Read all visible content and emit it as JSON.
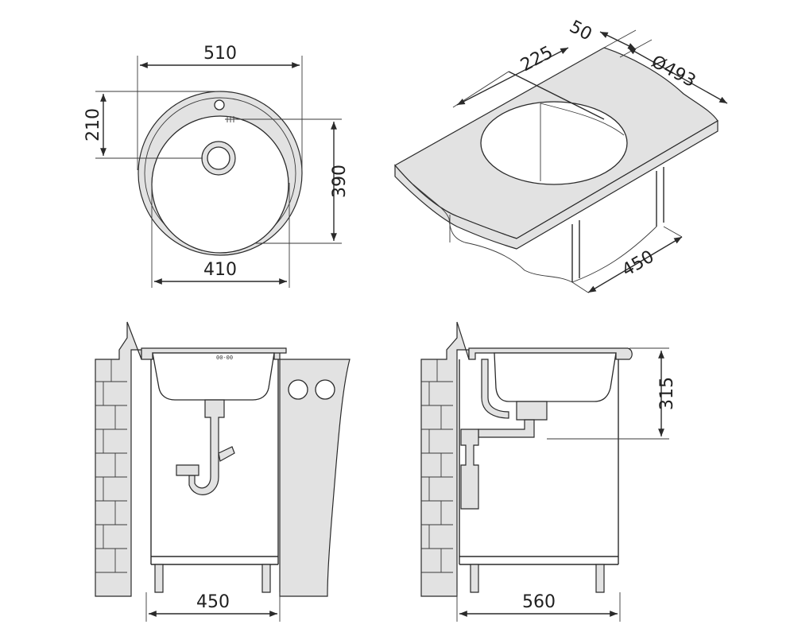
{
  "dimensions": {
    "top_view_width": "510",
    "top_view_drain_offset": "210",
    "top_view_inner_height": "390",
    "top_view_inner_width": "410",
    "iso_border": "50",
    "iso_depth": "225",
    "iso_diameter": "Ø493",
    "iso_cabinet": "450",
    "front_cabinet_width": "450",
    "side_cabinet_width": "560",
    "side_depth": "315"
  },
  "faucet_mark": "00-00"
}
